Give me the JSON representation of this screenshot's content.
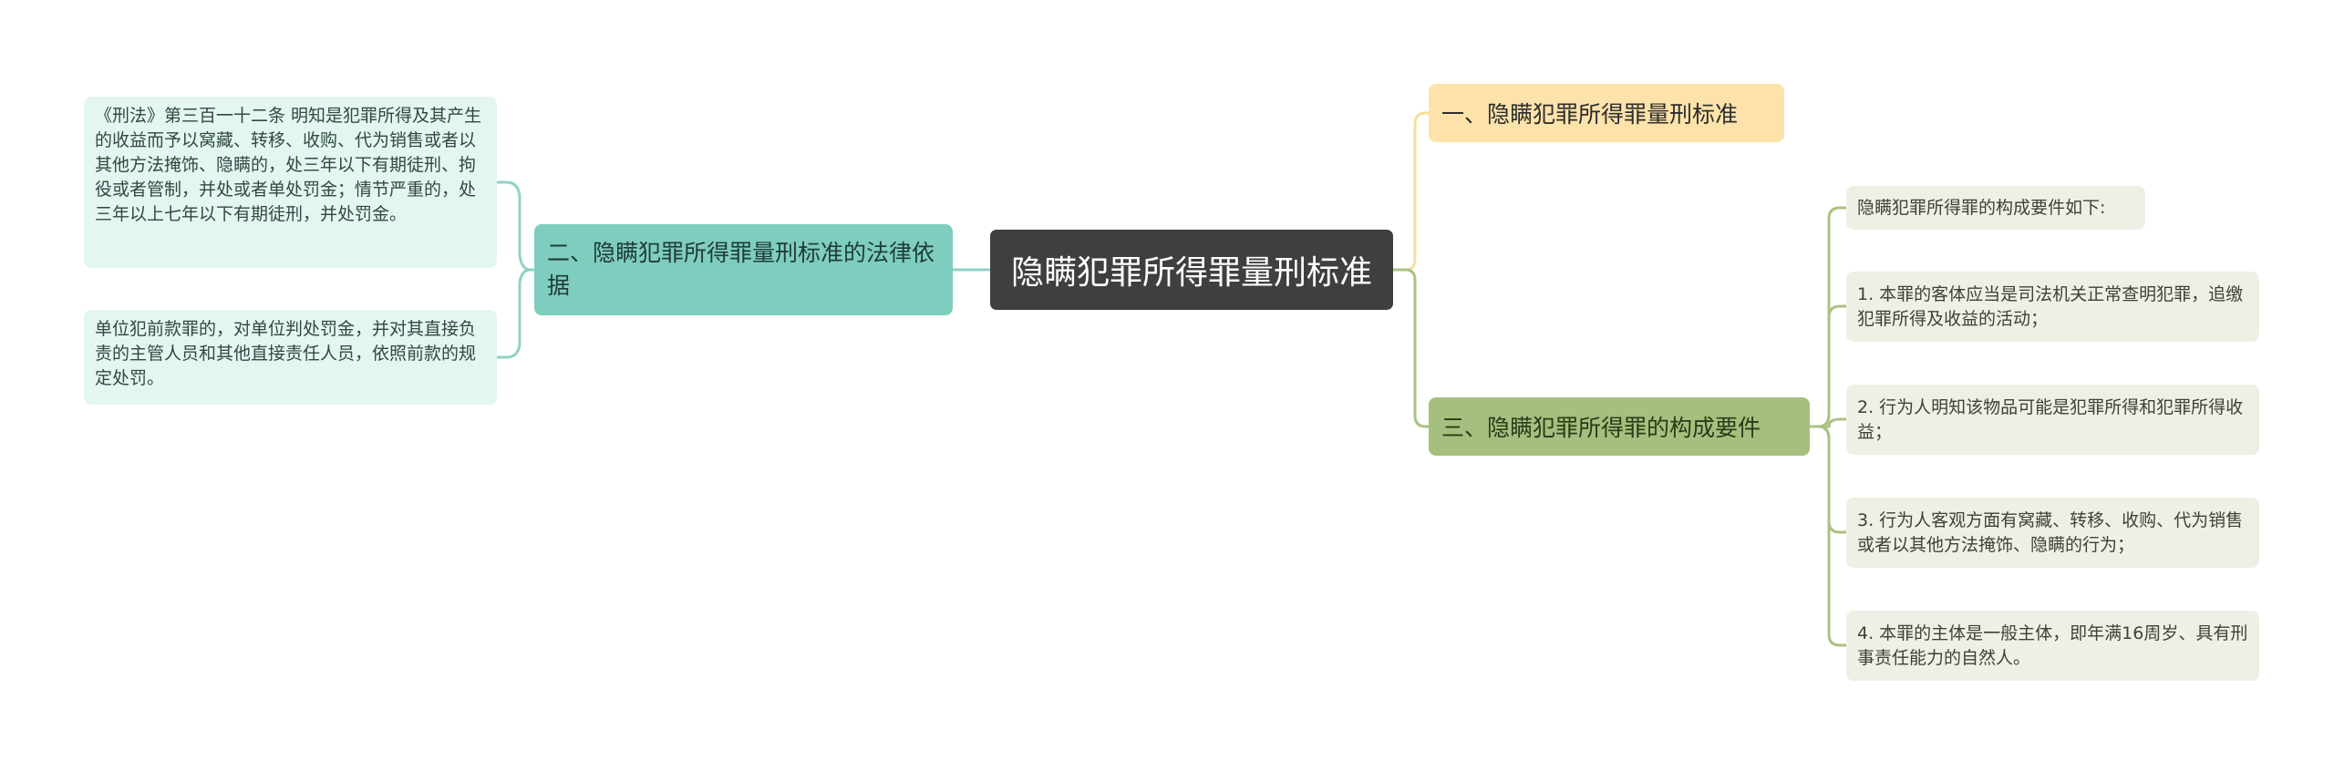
{
  "mindmap": {
    "root": {
      "label": "隐瞒犯罪所得罪量刑标准"
    },
    "branch_1": {
      "label": "一、隐瞒犯罪所得罪量刑标准"
    },
    "branch_2": {
      "label": "二、隐瞒犯罪所得罪量刑标准的法律依据",
      "children": [
        "《刑法》第三百一十二条 明知是犯罪所得及其产生的收益而予以窝藏、转移、收购、代为销售或者以其他方法掩饰、隐瞒的，处三年以下有期徒刑、拘役或者管制，并处或者单处罚金；情节严重的，处三年以上七年以下有期徒刑，并处罚金。",
        "单位犯前款罪的，对单位判处罚金，并对其直接负责的主管人员和其他直接责任人员，依照前款的规定处罚。"
      ]
    },
    "branch_3": {
      "label": "三、隐瞒犯罪所得罪的构成要件",
      "children": [
        "隐瞒犯罪所得罪的构成要件如下:",
        "1. 本罪的客体应当是司法机关正常查明犯罪，追缴犯罪所得及收益的活动；",
        "2. 行为人明知该物品可能是犯罪所得和犯罪所得收益；",
        "3. 行为人客观方面有窝藏、转移、收购、代为销售或者以其他方法掩饰、隐瞒的行为；",
        "4. 本罪的主体是一般主体，即年满16周岁、具有刑事责任能力的自然人。"
      ]
    }
  },
  "colors": {
    "root_bg": "#3f3f3f",
    "branch_1_bg": "#fde3aa",
    "branch_1_line": "#f6dfa0",
    "branch_2_bg": "#7fcdbf",
    "branch_2_line": "#8fd3c6",
    "branch_3_bg": "#a5c07e",
    "branch_3_line": "#a9c383"
  }
}
